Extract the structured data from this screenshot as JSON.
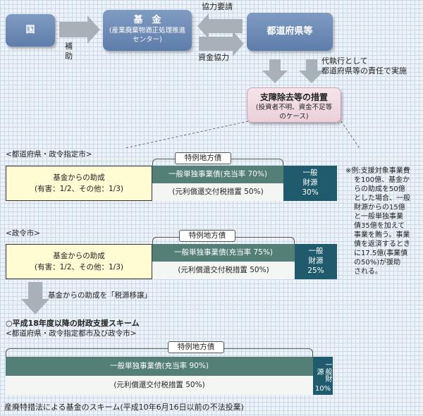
{
  "top": {
    "kuni": "国",
    "kikin_title": "基　金",
    "kikin_sub_1": "(産業廃棄物適正処理推進",
    "kikin_sub_2": "センター)",
    "pref": "都道府県等",
    "hojo_1": "補",
    "hojo_2": "助",
    "kyoryoku_yosei": "協力要請",
    "shikin_kyoryoku": "資金協力",
    "daishikko_1": "代執行として",
    "daishikko_2": "都道府県等の責任で実施",
    "measure_title": "支障除去等の措置",
    "measure_sub_1": "(投資者不明、資金不足等",
    "measure_sub_2": "のケース)"
  },
  "scheme1": {
    "heading": "<都道府県・政令指定市>",
    "tokurei": "特例地方債",
    "fund_line1": "基金からの助成",
    "fund_line2": "(有害：1/2、その他：1/3)",
    "ippan_jigyo": "一般単独事業債(充当率 70%)",
    "ganri": "(元利償還交付税措置 50%)",
    "general_1": "一般",
    "general_2": "財源",
    "general_3": "30%"
  },
  "scheme2": {
    "heading": "<政令市>",
    "tokurei": "特例地方債",
    "fund_line1": "基金からの助成",
    "fund_line2": "(有害：1/2、その他：1/3)",
    "ippan_jigyo": "一般単独事業債(充当率 75%)",
    "ganri": "(元利償還交付税措置 50%)",
    "general_1": "一般",
    "general_2": "財源",
    "general_3": "25%"
  },
  "transition": {
    "note": "基金からの助成を「税源移譲」",
    "title": "○平成18年度以降の財政支援スキーム"
  },
  "scheme3": {
    "heading": "<都道府県・政令指定都市及び政令市>",
    "tokurei": "特例地方債",
    "ippan_jigyo": "一般単独事業債(充当率 90%)",
    "ganri": "(元利償還交付税措置 50%)",
    "general_vert": "一般財源",
    "general_pct": "10%"
  },
  "side_note": [
    "※例:支援対象事業費",
    "を100億、基金か",
    "らの助成を50億",
    "とした場合、一般",
    "財源からの15億",
    "と一般単独事業",
    "債35億を加えて",
    "事業を賄う。事業",
    "債を返済するとき",
    "に17.5億(事業債",
    "の50%)が援助",
    "される。"
  ],
  "caption": "産廃特措法による基金のスキーム(平成10年6月16日以前の不法投棄)",
  "colors": {
    "box_blue": "#6a88b4",
    "arrow_gray": "#a9b1b8",
    "fund_yellow": "#fffbd2",
    "bond_green": "#547f77",
    "general_teal": "#1f5b6d"
  }
}
